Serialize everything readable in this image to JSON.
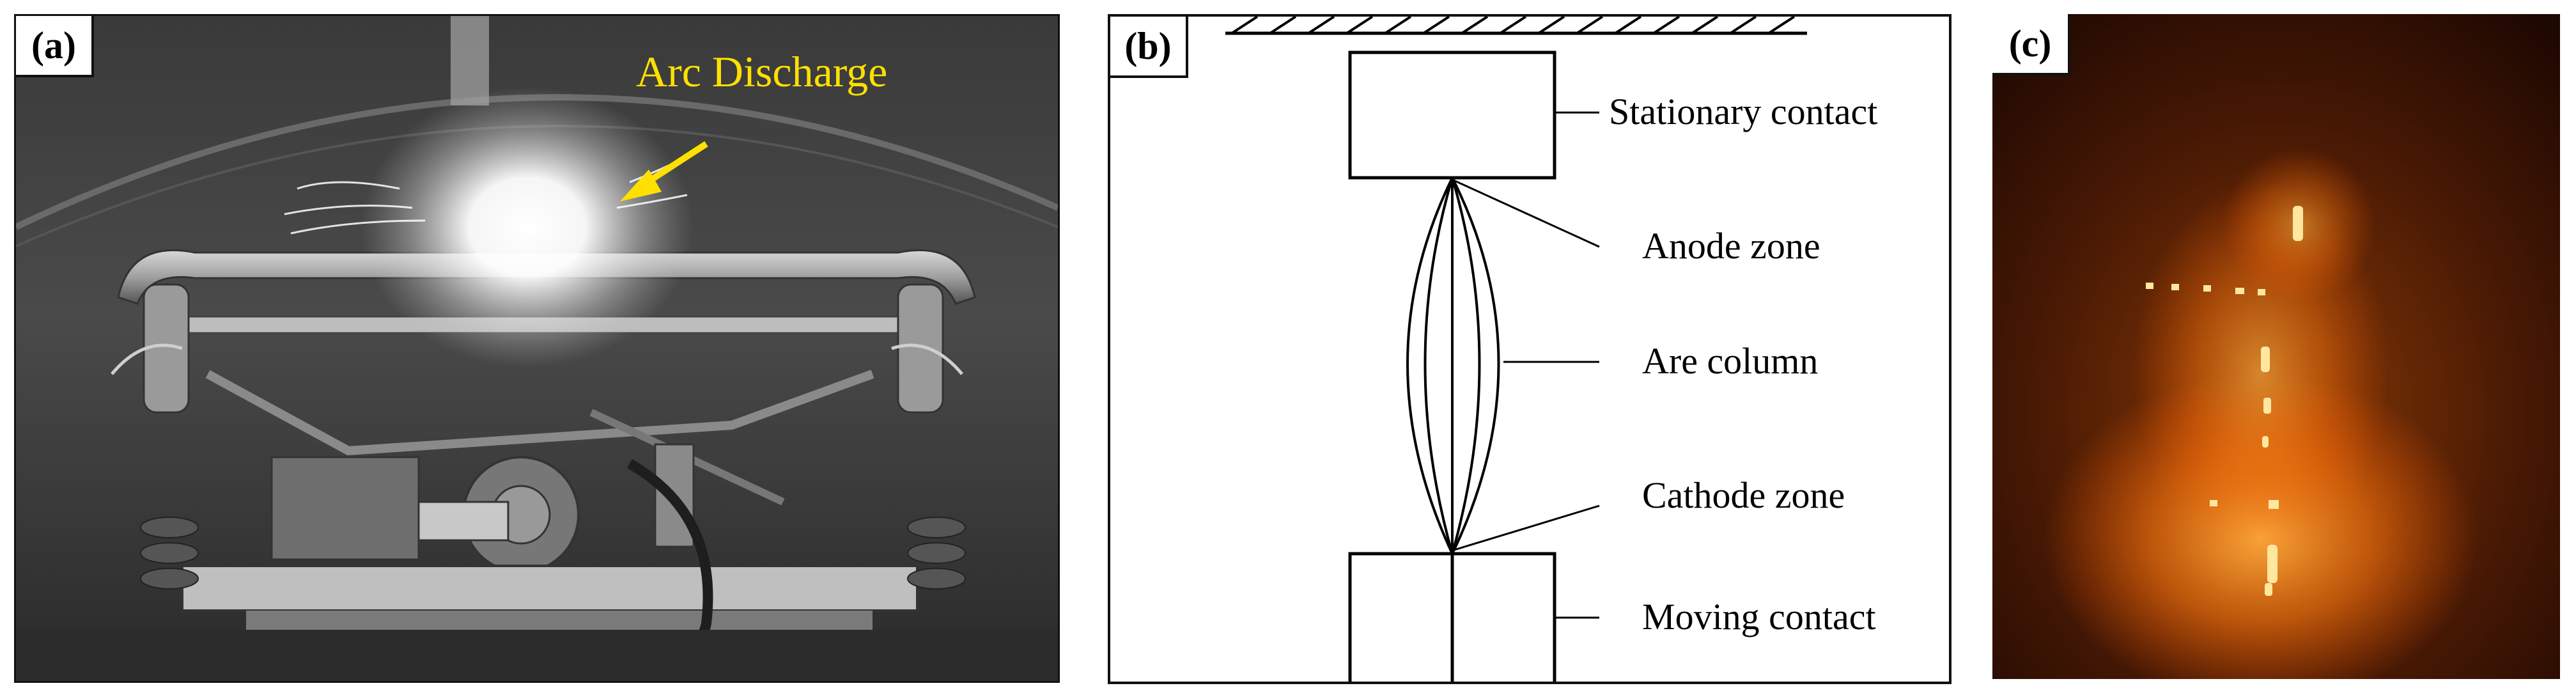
{
  "panels": {
    "a": {
      "label": "(a)",
      "annotation": "Arc Discharge",
      "annotation_color": "#ffe000"
    },
    "b": {
      "label": "(b)",
      "callouts": {
        "stationary": "Stationary contact",
        "anode": "Anode zone",
        "column": "Are column",
        "cathode": "Cathode zone",
        "moving": "Moving contact"
      }
    },
    "c": {
      "label": "(c)",
      "glow_color": "#ff7a10"
    }
  }
}
